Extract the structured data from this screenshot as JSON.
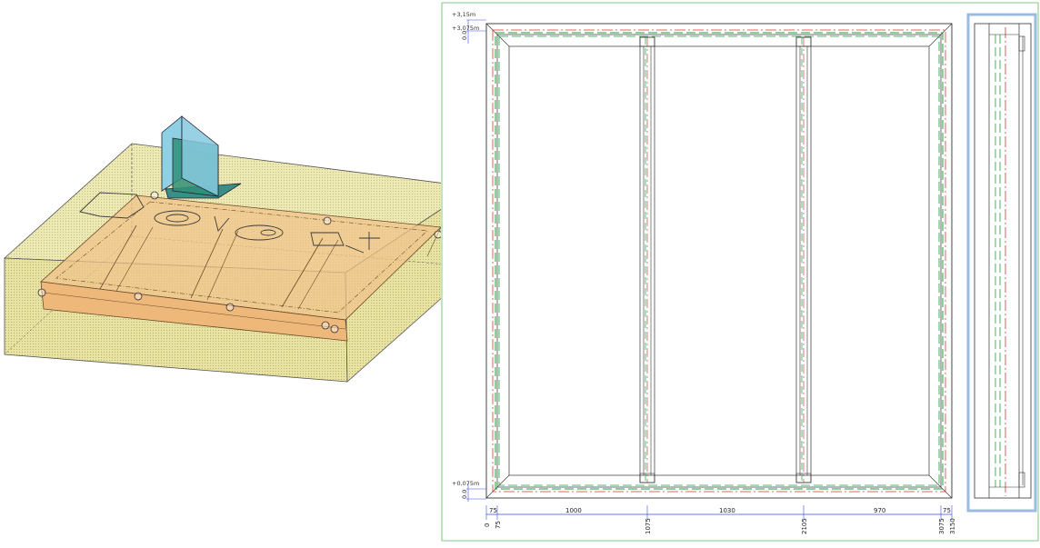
{
  "colors": {
    "frame_border": "#7fc97f",
    "box_fill": "#e7e2a0",
    "box_outline": "#444444",
    "plate_fill": "#f1be80",
    "panel_blue": "#5fb6d0",
    "panel_green": "#2e8b6a",
    "center_line": "#d33b2f",
    "hidden_line": "#19a33a",
    "dimension_line": "#3a4ee0",
    "side_view_highlight": "#9bbbe0"
  },
  "levels": {
    "top": "+3,15m",
    "upper": "+3,075m",
    "lower": "+0,075m",
    "tag": "0.0"
  },
  "dimensions": {
    "spans": [
      "75",
      "1000",
      "1030",
      "970",
      "75"
    ],
    "running": [
      "0",
      "75",
      "1075",
      "2105",
      "3075",
      "3150"
    ]
  },
  "icons": {
    "connector": "circle-bolt-icon",
    "level_marker": "level-marker-icon"
  }
}
